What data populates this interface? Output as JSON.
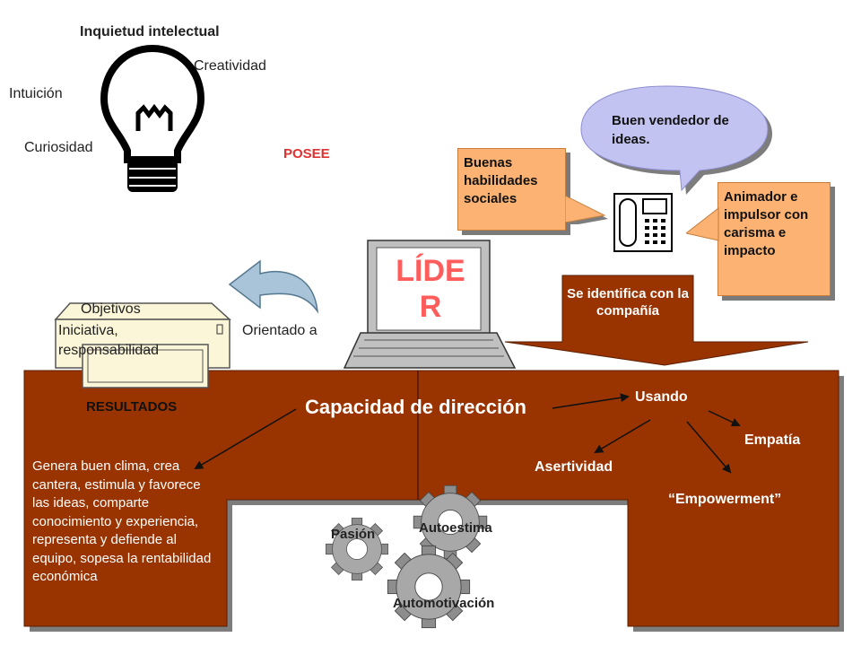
{
  "bulb": {
    "title": "Inquietud intelectual",
    "creatividad": "Creatividad",
    "intuicion": "Intuición",
    "curiosidad": "Curiosidad"
  },
  "posee": "POSEE",
  "center_label": "LÍDER",
  "notes": {
    "vendedor": "Buen vendedor de ideas.",
    "habilidades": "Buenas habilidades sociales",
    "animador": "Animador e impulsor con carisma e impacto",
    "identifica": "Se identifica con la compañía"
  },
  "sofa": {
    "line1": "Objetivos",
    "line2": "Iniciativa,",
    "line3": "responsabilidad"
  },
  "orientado": "Orientado a",
  "desk": {
    "resultados": "RESULTADOS",
    "capacidad": "Capacidad de dirección",
    "usando": "Usando",
    "empatia": "Empatía",
    "asertividad": "Asertividad",
    "empowerment": "“Empowerment”",
    "genera": "Genera buen clima, crea cantera, estimula y favorece las ideas, comparte conocimiento y experiencia, representa y defiende al equipo, sopesa la rentabilidad económica"
  },
  "gears": {
    "pasion": "Pasión",
    "autoestima": "Autoestima",
    "automotivacion": "Automotivación"
  },
  "colors": {
    "desk": "#993300",
    "note": "#fbb272",
    "bubble": "#c3c3f2",
    "posee": "#e03030",
    "lider": "#ff5c5c"
  }
}
